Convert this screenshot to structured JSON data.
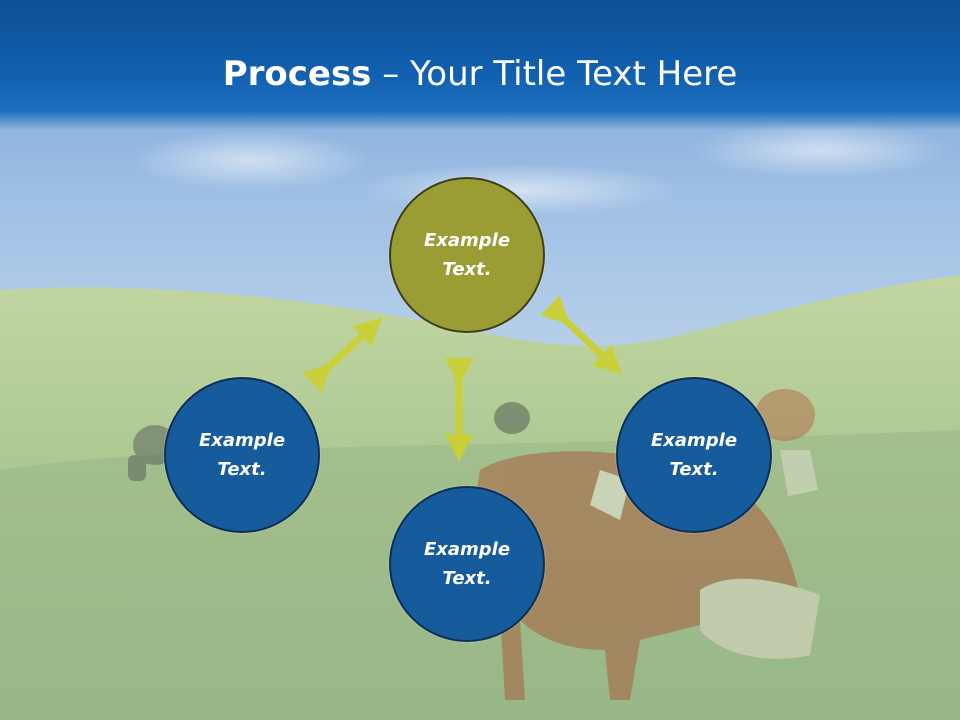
{
  "title": {
    "bold": "Process",
    "rest": " – Your Title Text Here"
  },
  "nodes": [
    {
      "label": "Example\nText.",
      "color": "#9a9c34"
    },
    {
      "label": "Example\nText.",
      "color": "#165b9c"
    },
    {
      "label": "Example\nText.",
      "color": "#165b9c"
    },
    {
      "label": "Example\nText.",
      "color": "#165b9c"
    }
  ],
  "colors": {
    "header": "#115fae",
    "arrow": "#c9cf3a",
    "node_primary": "#9a9c34",
    "node_secondary": "#165b9c"
  },
  "icons": [
    "double-arrow-icon"
  ]
}
